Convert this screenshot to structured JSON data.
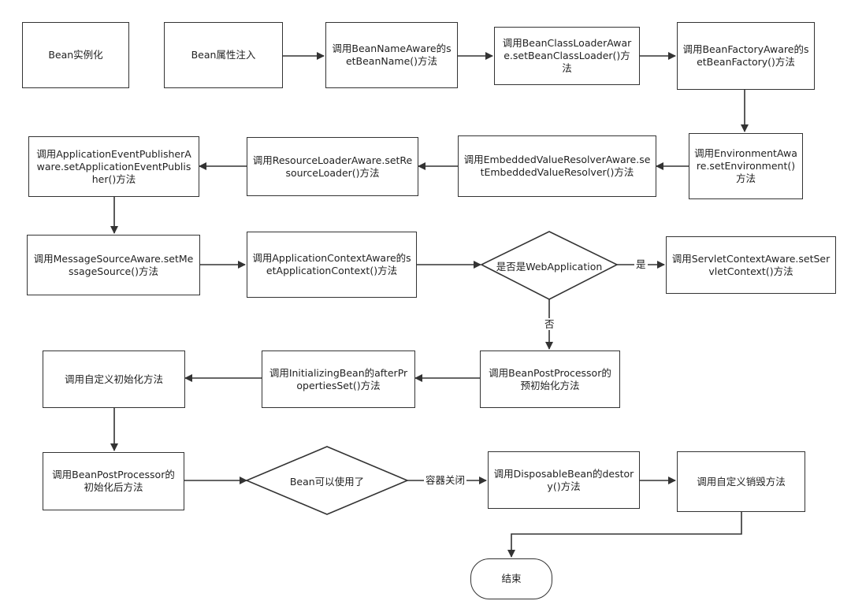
{
  "nodes": {
    "instantiate": "Bean实例化",
    "inject": "Bean属性注入",
    "bean_name_aware": "调用BeanNameAware的setBeanName()方法",
    "class_loader_aware": "调用BeanClassLoaderAware.setBeanClassLoader()方法",
    "bean_factory_aware": "调用BeanFactoryAware的setBeanFactory()方法",
    "environment_aware": "调用EnvironmentAware.setEnvironment()方法",
    "embedded_value_resolver_aware": "调用EmbeddedValueResolverAware.setEmbeddedValueResolver()方法",
    "resource_loader_aware": "调用ResourceLoaderAware.setResourceLoader()方法",
    "event_publisher_aware": "调用ApplicationEventPublisherAware.setApplicationEventPublisher()方法",
    "message_source_aware": "调用MessageSourceAware.setMessageSource()方法",
    "app_context_aware": "调用ApplicationContextAware的setApplicationContext()方法",
    "is_web_application": "是否是WebApplication",
    "servlet_context_aware": "调用ServletContextAware.setServletContext()方法",
    "post_processor_before": "调用BeanPostProcessor的预初始化方法",
    "initializing_bean": "调用InitializingBean的afterPropertiesSet()方法",
    "custom_init": "调用自定义初始化方法",
    "post_processor_after": "调用BeanPostProcessor的初始化后方法",
    "bean_ready": "Bean可以使用了",
    "disposable_bean": "调用DisposableBean的destory()方法",
    "custom_destroy": "调用自定义销毁方法",
    "end": "结束"
  },
  "edge_labels": {
    "yes": "是",
    "no": "否",
    "container_close": "容器关闭"
  }
}
